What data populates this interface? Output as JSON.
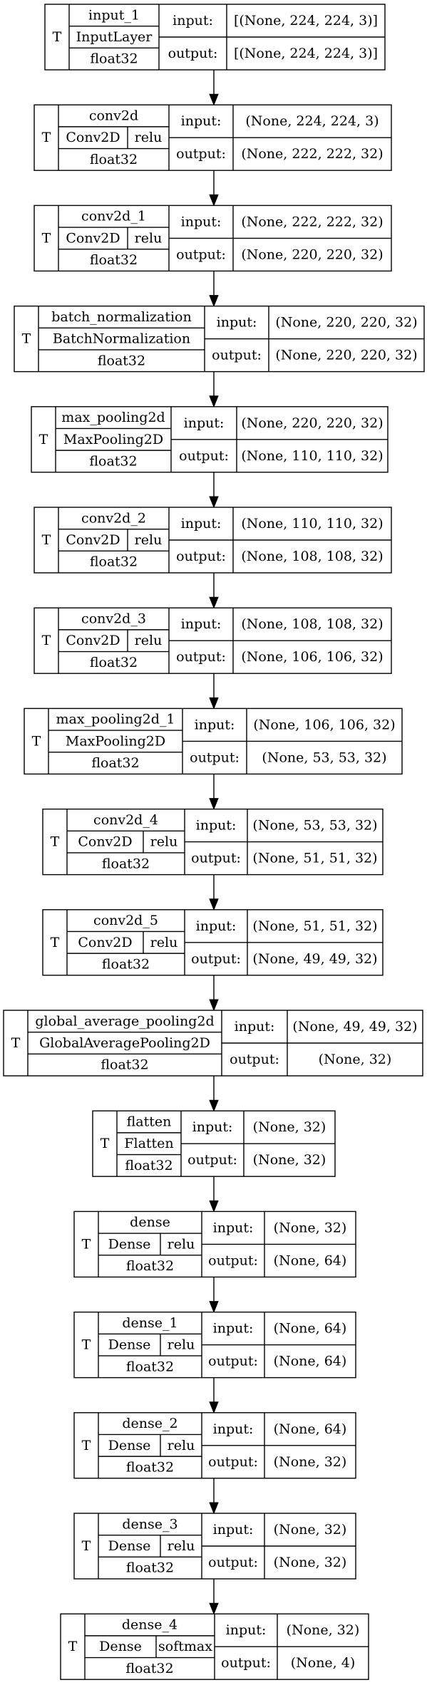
{
  "layers": [
    {
      "name": "input_1",
      "type": "InputLayer",
      "dtype": "float32",
      "input": "[(None, 224, 224, 3)]",
      "output": "[(None, 224, 224, 3)]"
    },
    {
      "name": "conv2d",
      "type": "Conv2D",
      "activation": "relu",
      "dtype": "float32",
      "input": "(None, 224, 224, 3)",
      "output": "(None, 222, 222, 32)"
    },
    {
      "name": "conv2d_1",
      "type": "Conv2D",
      "activation": "relu",
      "dtype": "float32",
      "input": "(None, 222, 222, 32)",
      "output": "(None, 220, 220, 32)"
    },
    {
      "name": "batch_normalization",
      "type": "BatchNormalization",
      "dtype": "float32",
      "input": "(None, 220, 220, 32)",
      "output": "(None, 220, 220, 32)"
    },
    {
      "name": "max_pooling2d",
      "type": "MaxPooling2D",
      "dtype": "float32",
      "input": "(None, 220, 220, 32)",
      "output": "(None, 110, 110, 32)"
    },
    {
      "name": "conv2d_2",
      "type": "Conv2D",
      "activation": "relu",
      "dtype": "float32",
      "input": "(None, 110, 110, 32)",
      "output": "(None, 108, 108, 32)"
    },
    {
      "name": "conv2d_3",
      "type": "Conv2D",
      "activation": "relu",
      "dtype": "float32",
      "input": "(None, 108, 108, 32)",
      "output": "(None, 106, 106, 32)"
    },
    {
      "name": "max_pooling2d_1",
      "type": "MaxPooling2D",
      "dtype": "float32",
      "input": "(None, 106, 106, 32)",
      "output": "(None, 53, 53, 32)"
    },
    {
      "name": "conv2d_4",
      "type": "Conv2D",
      "activation": "relu",
      "dtype": "float32",
      "input": "(None, 53, 53, 32)",
      "output": "(None, 51, 51, 32)"
    },
    {
      "name": "conv2d_5",
      "type": "Conv2D",
      "activation": "relu",
      "dtype": "float32",
      "input": "(None, 51, 51, 32)",
      "output": "(None, 49, 49, 32)"
    },
    {
      "name": "global_average_pooling2d",
      "type": "GlobalAveragePooling2D",
      "dtype": "float32",
      "input": "(None, 49, 49, 32)",
      "output": "(None, 32)"
    },
    {
      "name": "flatten",
      "type": "Flatten",
      "dtype": "float32",
      "input": "(None, 32)",
      "output": "(None, 32)"
    },
    {
      "name": "dense",
      "type": "Dense",
      "activation": "relu",
      "dtype": "float32",
      "input": "(None, 32)",
      "output": "(None, 64)"
    },
    {
      "name": "dense_1",
      "type": "Dense",
      "activation": "relu",
      "dtype": "float32",
      "input": "(None, 64)",
      "output": "(None, 64)"
    },
    {
      "name": "dense_2",
      "type": "Dense",
      "activation": "relu",
      "dtype": "float32",
      "input": "(None, 64)",
      "output": "(None, 32)"
    },
    {
      "name": "dense_3",
      "type": "Dense",
      "activation": "relu",
      "dtype": "float32",
      "input": "(None, 32)",
      "output": "(None, 32)"
    },
    {
      "name": "dense_4",
      "type": "Dense",
      "activation": "softmax",
      "dtype": "float32",
      "input": "(None, 32)",
      "output": "(None, 4)"
    }
  ],
  "labels": {
    "trainable": "T",
    "input": "input:",
    "output": "output:"
  }
}
